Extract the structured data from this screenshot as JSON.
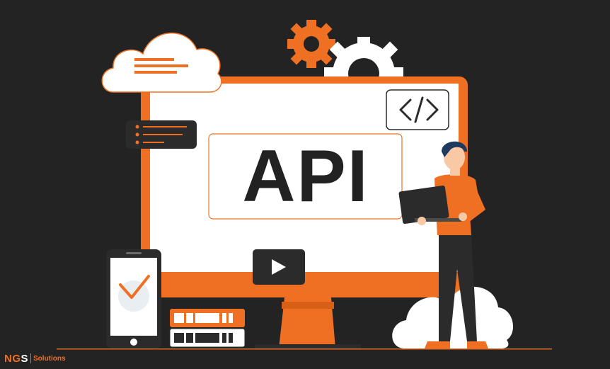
{
  "hero": {
    "headline": "API"
  },
  "brand": {
    "logo_letters_a": "NG",
    "logo_letters_b": "S",
    "logo_suffix": "Solutions"
  },
  "colors": {
    "background": "#232323",
    "accent": "#f07023",
    "screen": "#ffffff",
    "dark_panel": "#2b2b2b"
  },
  "icons": {
    "code": "code-brackets-icon",
    "play": "play-icon",
    "check": "checkmark-icon",
    "gear": "gear-icon",
    "cloud": "cloud-icon",
    "list": "list-icon",
    "server": "server-icon"
  }
}
